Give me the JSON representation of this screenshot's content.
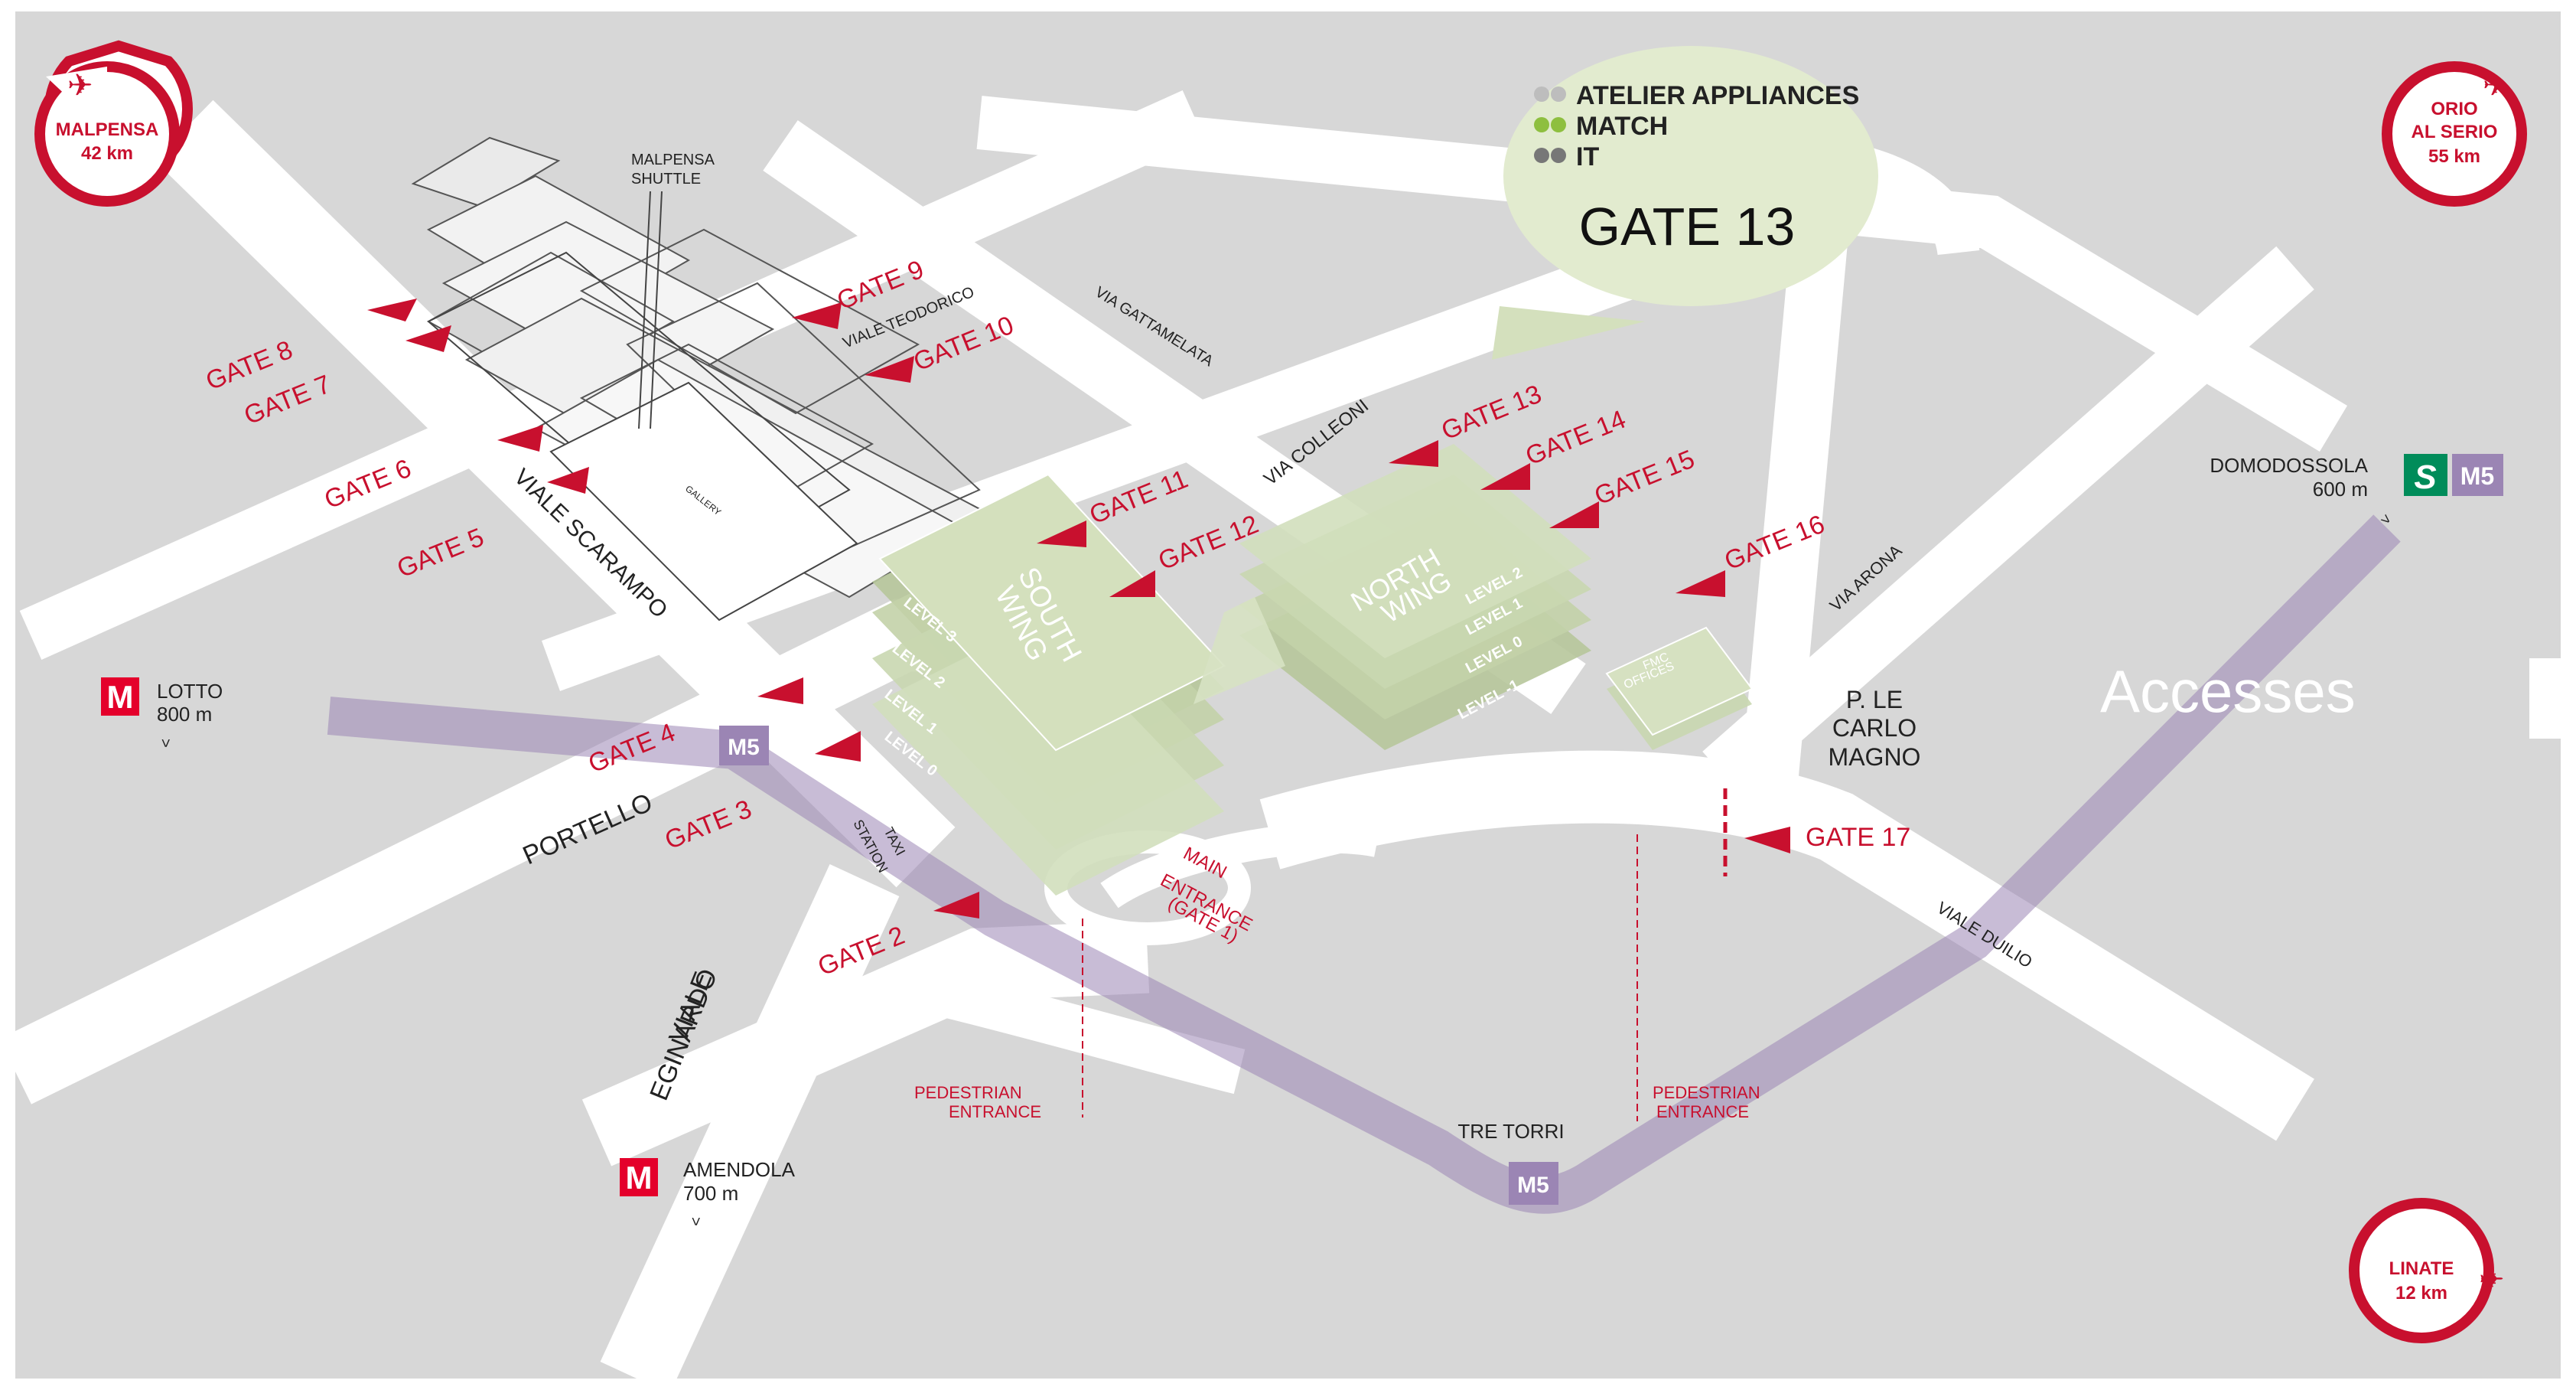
{
  "colors": {
    "background": "#d7d7d7",
    "road": "#ffffff",
    "metro_line": "#9b85b4",
    "gate_red": "#c8102e",
    "building_green": "#c9d7b0",
    "bubble_green": "#e2ebcf"
  },
  "callout": {
    "lines": [
      "ATELIER APPLIANCES",
      "MATCH",
      "IT"
    ],
    "gate": "GATE 13"
  },
  "airports": [
    {
      "name": "MALPENSA",
      "distance": "42 km",
      "icon": "plane-icon"
    },
    {
      "name": "ORIO",
      "name2": "AL SERIO",
      "distance": "55 km",
      "icon": "plane-icon"
    },
    {
      "name": "LINATE",
      "distance": "12 km",
      "icon": "plane-icon"
    }
  ],
  "gates": {
    "g2": "GATE  2",
    "g3": "GATE  3",
    "g4": "GATE  4",
    "g5": "GATE  5",
    "g6": "GATE  6",
    "g7": "GATE  7",
    "g8": "GATE  8",
    "g9": "GATE  9",
    "g10": "GATE  10",
    "g11": "GATE  11",
    "g12": "GATE  12",
    "g13": "GATE  13",
    "g14": "GATE  14",
    "g15": "GATE  15",
    "g16": "GATE  16",
    "g17": "GATE  17"
  },
  "roads": {
    "viale_teodorico": "VIALE TEODORICO",
    "via_gattamelata": "VIA GATTAMELATA",
    "via_colleoni": "VIA COLLEONI",
    "viale_scarampo": "VIALE SCARAMPO",
    "portello": "PORTELLO",
    "viale_eginardo_1": "VIALE",
    "viale_eginardo_2": "EGINARDO",
    "via_arona": "VIA ARONA",
    "viale_duilio": "VIALE DUILIO"
  },
  "places": {
    "malpensa_shuttle_1": "MALPENSA",
    "malpensa_shuttle_2": "SHUTTLE",
    "gallery": "GALLERY",
    "taxi_1": "TAXI",
    "taxi_2": "STATION",
    "south_wing_1": "SOUTH",
    "south_wing_2": "WING",
    "north_wing_1": "NORTH",
    "north_wing_2": "WING",
    "fmc_1": "FMC",
    "fmc_2": "OFFICES",
    "carlo_1": "P. LE",
    "carlo_2": "CARLO",
    "carlo_3": "MAGNO",
    "main_1": "MAIN",
    "main_2": "ENTRANCE",
    "main_3": "(GATE 1)",
    "ped_1": "PEDESTRIAN",
    "ped_2": "ENTRANCE",
    "ped_3": "PEDESTRIAN",
    "ped_4": "ENTRANCE",
    "accesses": "Accesses"
  },
  "levels": {
    "s3": "LEVEL 3",
    "s2": "LEVEL 2",
    "s1": "LEVEL 1",
    "s0": "LEVEL 0",
    "n2": "LEVEL 2",
    "n1": "LEVEL 1",
    "n0": "LEVEL 0",
    "nm1": "LEVEL -1"
  },
  "transit": {
    "lotto_name": "LOTTO",
    "lotto_dist": "800 m",
    "amendola_name": "AMENDOLA",
    "amendola_dist": "700 m",
    "domodossola_name": "DOMODOSSOLA",
    "domodossola_dist": "600 m",
    "tre_torri_name": "TRE TORRI",
    "metro_m": "M",
    "m5": "M5",
    "s_badge": "S",
    "chev": ">"
  }
}
